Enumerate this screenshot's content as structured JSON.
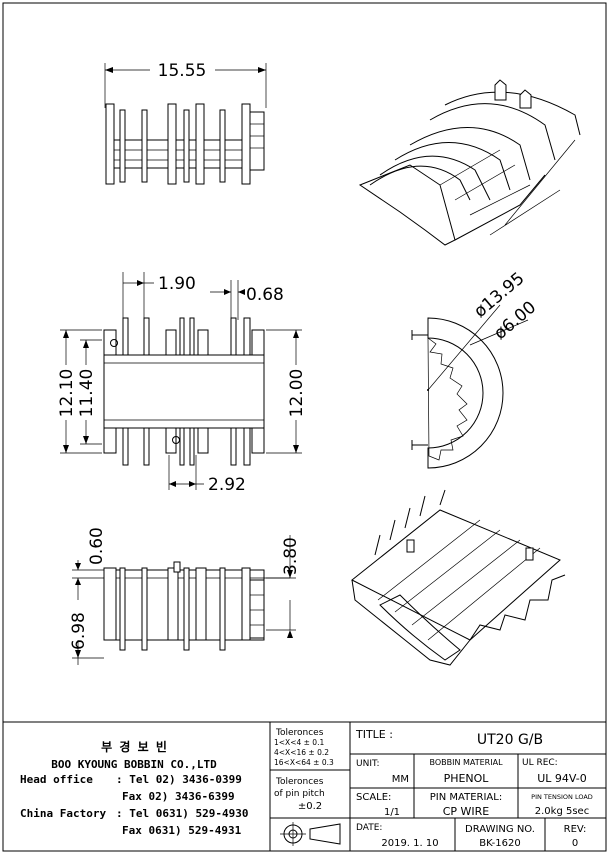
{
  "drawing": {
    "top_view": {
      "width_dim": "15.55"
    },
    "front_view": {
      "dim_pin_spacing": "1.90",
      "dim_pin_width": "0.68",
      "dim_outer_height": "12.10",
      "dim_inner_height": "11.40",
      "dim_right_height": "12.00",
      "dim_pin_pitch": "2.92"
    },
    "end_view": {
      "dim_outer_dia": "ø13.95",
      "dim_inner_dia": "ø6.00"
    },
    "side_view": {
      "dim_flange": "0.60",
      "dim_height": "6.98",
      "dim_pin": "3.80"
    }
  },
  "company": {
    "name_korean": "부 경 보 빈",
    "name_english": "BOO KYOUNG BOBBIN CO.,LTD",
    "head_office_label": "Head office",
    "head_tel": ": Tel  02) 3436-0399",
    "head_fax": "Fax  02) 3436-6399",
    "factory_label": "China Factory",
    "factory_tel": ": Tel 0631) 529-4930",
    "factory_fax": "Fax 0631) 529-4931"
  },
  "title_block": {
    "tolerances_heading": "Toleronces",
    "tol_line1": "1<X<4   ± 0.1",
    "tol_line2": "4<X<16  ± 0.2",
    "tol_line3": "16<X<64 ± 0.3",
    "pitch_heading1": "Toleronces",
    "pitch_heading2": "of pin pitch",
    "pitch_value": "±0.2",
    "title_label": "TITLE :",
    "title_value": "UT20 G/B",
    "unit_label": "UNIT:",
    "unit_value": "MM",
    "bobbin_material_label": "BOBBIN MATERIAL",
    "bobbin_material_value": "PHENOL",
    "ul_label": "UL REC:",
    "ul_value": "UL 94V-0",
    "scale_label": "SCALE:",
    "scale_value": "1/1",
    "pin_material_label": "PIN MATERIAL:",
    "pin_material_value": "CP WIRE",
    "pin_tension_label": "PIN TENSION LOAD",
    "pin_tension_value": "2.0kg 5sec",
    "date_label": "DATE:",
    "date_value": "2019. 1. 10",
    "drawing_no_label": "DRAWING NO.",
    "drawing_no_value": "BK-1620",
    "rev_label": "REV:",
    "rev_value": "0"
  }
}
